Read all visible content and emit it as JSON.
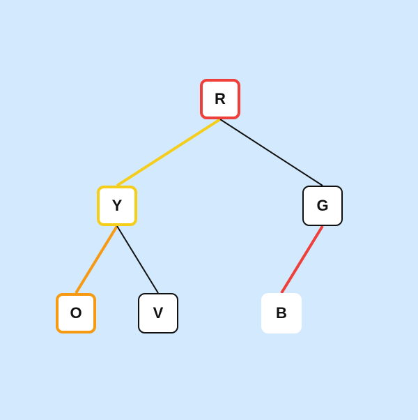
{
  "tree": {
    "nodes": [
      {
        "id": "r",
        "label": "R",
        "border_color": "#ee3f3a",
        "border_width": 4
      },
      {
        "id": "y",
        "label": "Y",
        "border_color": "#f5cd1b",
        "border_width": 4
      },
      {
        "id": "g",
        "label": "G",
        "border_color": "#111111",
        "border_width": 2
      },
      {
        "id": "o",
        "label": "O",
        "border_color": "#f59a12",
        "border_width": 4
      },
      {
        "id": "v",
        "label": "V",
        "border_color": "#111111",
        "border_width": 2
      },
      {
        "id": "b",
        "label": "B",
        "border_color": "#ffffff",
        "border_width": 0
      }
    ],
    "edges": [
      {
        "from": "r",
        "to": "y",
        "color": "#f5cd1b",
        "width": 4
      },
      {
        "from": "r",
        "to": "g",
        "color": "#111111",
        "width": 2
      },
      {
        "from": "y",
        "to": "o",
        "color": "#f59a12",
        "width": 4
      },
      {
        "from": "y",
        "to": "v",
        "color": "#111111",
        "width": 2
      },
      {
        "from": "g",
        "to": "b",
        "color": "#ee3f3a",
        "width": 4
      }
    ]
  }
}
